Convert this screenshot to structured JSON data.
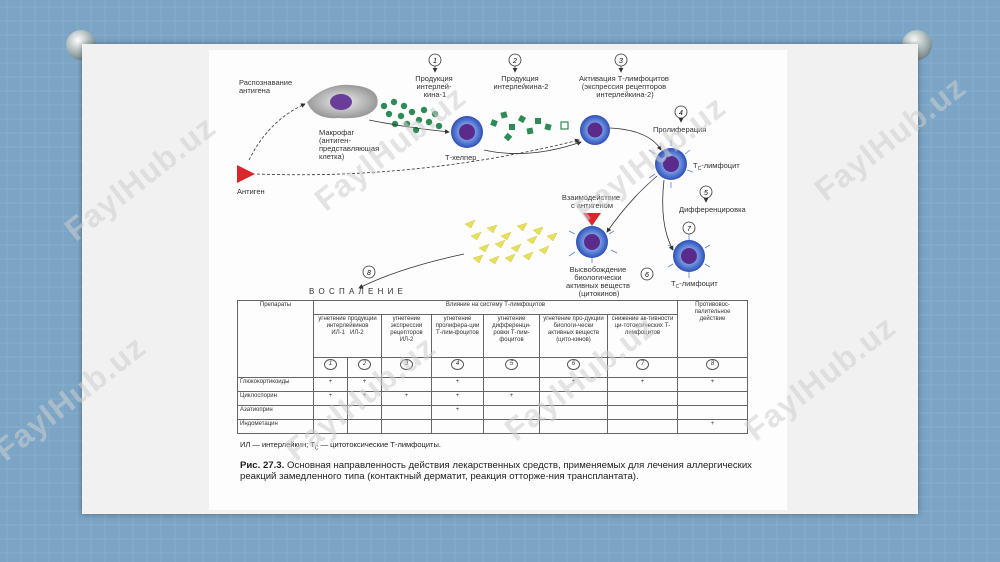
{
  "scheme": {
    "recognition": [
      "Распознавание",
      "антигена"
    ],
    "macrophage": [
      "Макрофаг",
      "(антиген-",
      "представляющая",
      "клетка)"
    ],
    "antigen": "Антиген",
    "theller": "Т-хелпер",
    "steps": [
      {
        "n": "1",
        "lines": [
          "Продукция",
          "интерлей-",
          "кина-1"
        ]
      },
      {
        "n": "2",
        "lines": [
          "Продукция",
          "интерлейкина-2"
        ]
      },
      {
        "n": "3",
        "lines": [
          "Активация Т-лимфоцитов",
          "(экспрессия рецепторов",
          "интерлейкина-2)"
        ]
      },
      {
        "n": "4",
        "lines": [
          "Пролиферация"
        ]
      },
      {
        "n": "5",
        "lines": [
          "Дифференцировка"
        ]
      },
      {
        "n": "6",
        "lines": [
          "Высвобождение",
          "биологически",
          "активных веществ",
          "(цитокинов)"
        ]
      },
      {
        "n": "7",
        "lines": []
      },
      {
        "n": "8",
        "lines": []
      }
    ],
    "tc_lymph_main": "T",
    "tc_sub": "C",
    "tc_suffix": "-лимфоцит",
    "interaction": [
      "Взаимодействие",
      "с антигеном"
    ],
    "inflammation": "В О С П А Л Е Н И Е"
  },
  "table": {
    "col_drugs": "Препараты",
    "col_influence": "Влияние на систему Т-лимфоцитов",
    "col_anti": [
      "Противовос-",
      "палительное",
      "действие"
    ],
    "sub": [
      "угнетение продукции интерлейкинов",
      "угнетение экспрессии рецепторов ИЛ-2",
      "угнетение пролифера-ции Т-лим-фоцитов",
      "угнетение дифференци-ровки Т-лим-фоцитов",
      "угнетение про-дукции биологи-чески активных веществ (цито-кинов)",
      "снижение ак-тивности ци-тотоксических Т-лимфоцитов"
    ],
    "il1": "ИЛ-1",
    "il2": "ИЛ-2",
    "nums": [
      "1",
      "2",
      "3",
      "4",
      "5",
      "6",
      "7",
      "8"
    ],
    "rows": [
      {
        "name": "Глюкокортикоиды",
        "cells": [
          "+",
          "+",
          "",
          "+",
          "",
          "+",
          "+",
          "+"
        ]
      },
      {
        "name": "Циклоспорин",
        "cells": [
          "+",
          "+",
          "+",
          "+",
          "+",
          "",
          "",
          ""
        ]
      },
      {
        "name": "Азатиоприн",
        "cells": [
          "",
          "",
          "",
          "+",
          "",
          "",
          "",
          ""
        ]
      },
      {
        "name": "Индометацин",
        "cells": [
          "",
          "",
          "",
          "",
          "",
          "",
          "",
          "+"
        ]
      }
    ]
  },
  "note": "ИЛ — интерлейкин; T",
  "note_sub": "C",
  "note_rest": " — цитотоксические Т-лимфоциты.",
  "caption_label": "Рис. 27.3.",
  "caption_text": " Основная направленность действия лекарственных средств, применяемых для лечения аллергических реакций замедленного типа (контактный дерматит, реакция отторже-ния трансплантата).",
  "watermark": "FaylHub.uz",
  "colors": {
    "accent_blue": "#3b5fc4",
    "granule_green": "#2e8b57",
    "antigen_red": "#d9262a",
    "cytokine_yellow": "#e6e05a"
  }
}
